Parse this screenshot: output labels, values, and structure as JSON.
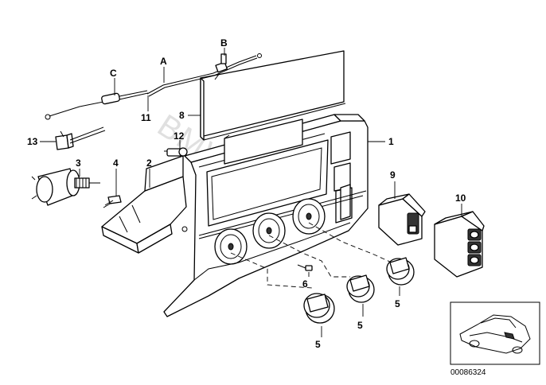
{
  "callouts": {
    "c1": "1",
    "c2": "2",
    "c3": "3",
    "c4": "4",
    "c5a": "5",
    "c5b": "5",
    "c5c": "5",
    "c6": "6",
    "c8": "8",
    "c9": "9",
    "c10": "10",
    "c11": "11",
    "c12": "12",
    "c13": "13",
    "cA": "A",
    "cB": "B",
    "cC": "C"
  },
  "catalog_number": "00086324",
  "watermark": "BMWstore.ru",
  "colors": {
    "line": "#000000",
    "watermark": "#c8c8c8",
    "background": "#ffffff"
  }
}
